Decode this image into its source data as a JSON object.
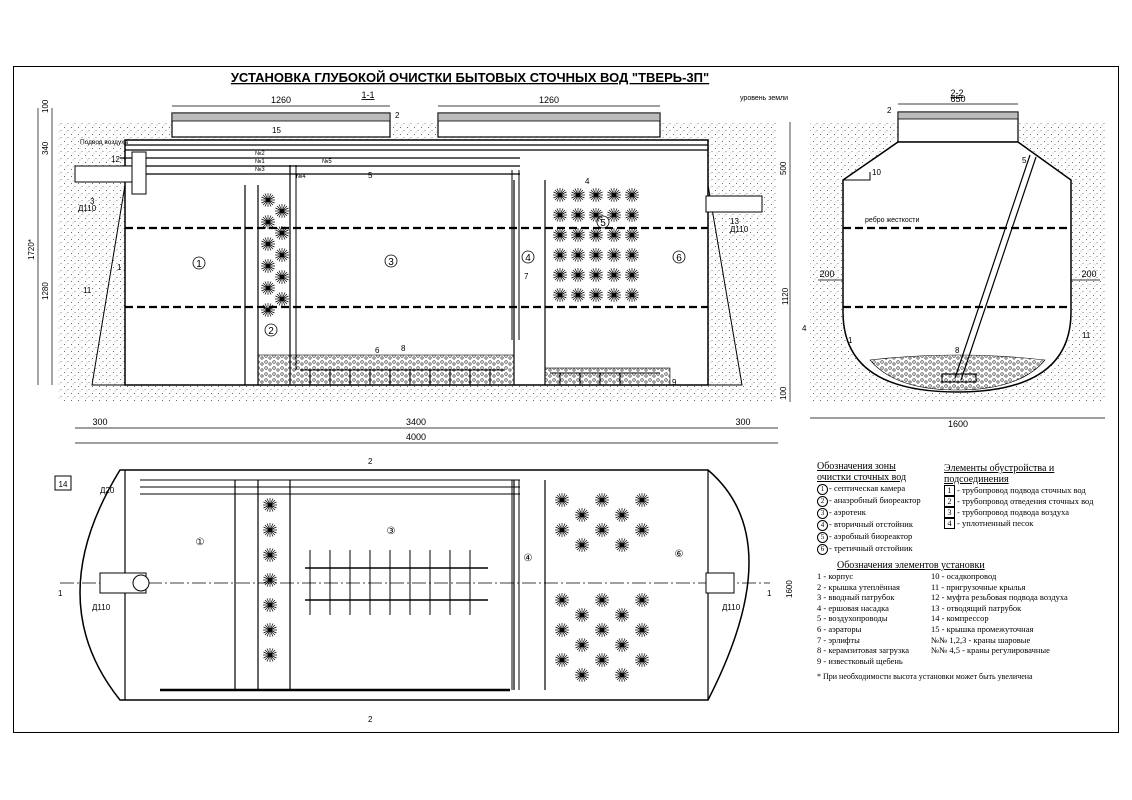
{
  "title": "УСТАНОВКА ГЛУБОКОЙ ОЧИСТКИ БЫТОВЫХ СТОЧНЫХ ВОД \"ТВЕРЬ-3П\"",
  "section_a": {
    "label": "1-1",
    "dim_lid": "1260",
    "dim_total": "4000",
    "dim_mid": "3400",
    "dim_side": "300",
    "dim_v": [
      "100",
      "340",
      "1280",
      "1720*",
      "500",
      "100"
    ],
    "ground": "уровень земли",
    "air_inlet": "Подвод воздуха",
    "d_in": "Д110",
    "pipe_labels": [
      "№2",
      "№1",
      "№3",
      "№4",
      "№5"
    ],
    "zone_nums": [
      "1",
      "2",
      "3",
      "4",
      "5",
      "6"
    ],
    "item_nums": [
      "1",
      "2",
      "3",
      "4",
      "5",
      "6",
      "7",
      "8",
      "9",
      "11",
      "12",
      "13",
      "15"
    ]
  },
  "section_b": {
    "label": "2-2",
    "dim_top": "650",
    "dim_h": "1120",
    "dim_side": "200",
    "dim_w": "1600",
    "rib": "ребро жесткости",
    "item_nums": [
      "1",
      "2",
      "4",
      "5",
      "8",
      "10",
      "11"
    ]
  },
  "plan": {
    "dim_w": "1600",
    "d_small": "Д20",
    "cut_labels": [
      "1",
      "2"
    ]
  },
  "legend_zones": {
    "heading": "Обозначения зоны очистки сточных вод",
    "items": [
      {
        "n": "1",
        "t": "- септическая камера"
      },
      {
        "n": "2",
        "t": "- анаэробный биореактор"
      },
      {
        "n": "3",
        "t": "- аэротенк"
      },
      {
        "n": "4",
        "t": "- вторичный отстойник"
      },
      {
        "n": "5",
        "t": "- аэробный биореактор"
      },
      {
        "n": "6",
        "t": "- третичный отстойник"
      }
    ]
  },
  "legend_fittings": {
    "heading": "Элементы обустройства и подсоединения",
    "items": [
      {
        "n": "1",
        "t": "- трубопровод подвода сточных вод"
      },
      {
        "n": "2",
        "t": "- трубопровод отведения сточных вод"
      },
      {
        "n": "3",
        "t": "- трубопровод подвода воздуха"
      },
      {
        "n": "4",
        "t": "- уплотненный песок"
      }
    ]
  },
  "legend_elements": {
    "heading": "Обозначения элементов установки",
    "left": [
      "1 - корпус",
      "2 - крышка утеплённая",
      "3 - вводный патрубок",
      "4 - ершовая насадка",
      "5 - воздухопроводы",
      "6 - аэраторы",
      "7 - эрлифты",
      "8 - керамзитовая загрузка",
      "9 - известковый щебень"
    ],
    "right": [
      "10 - осадкопровод",
      "11 - пригрузочные крылья",
      "12 - муфта резьбовая подвода воздуха",
      "13 - отводящий патрубок",
      "14 - компрессор",
      "15 - крышка промежуточная",
      "№№ 1,2,3 - краны шаровые",
      "№№ 4,5 - краны регулировачные"
    ]
  },
  "footnote": "При необходимости высота установки может быть увеличена"
}
